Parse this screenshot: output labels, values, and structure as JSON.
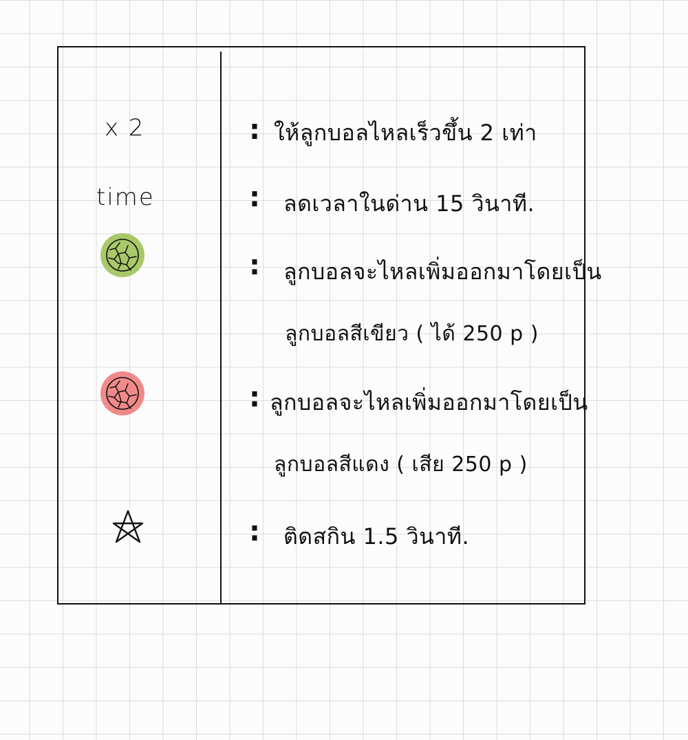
{
  "colors": {
    "paper": "#fcfcfc",
    "grid": "#dcdcdc",
    "ink": "#111111",
    "green_ball": "#a8c86a",
    "red_ball": "#f08a88"
  },
  "icons": [
    "green-ball-icon",
    "red-ball-icon",
    "star-icon"
  ],
  "rows": {
    "double": {
      "symbol": "x 2",
      "description": "ให้ลูกบอลไหลเร็วขึ้น 2 เท่า"
    },
    "time": {
      "symbol": "time",
      "description": "ลดเวลาในด่าน 15 วินาที."
    },
    "green": {
      "description_line1": "ลูกบอลจะไหลเพิ่มออกมาโดยเป็น",
      "description_line2": "ลูกบอลสีเขียว ( ได้ 250 p )"
    },
    "red": {
      "description_line1": "ลูกบอลจะไหลเพิ่มออกมาโดยเป็น",
      "description_line2": "ลูกบอลสีแดง ( เสีย 250 p )"
    },
    "star": {
      "description": "ติดสกิน 1.5 วินาที."
    }
  },
  "colon": ":"
}
